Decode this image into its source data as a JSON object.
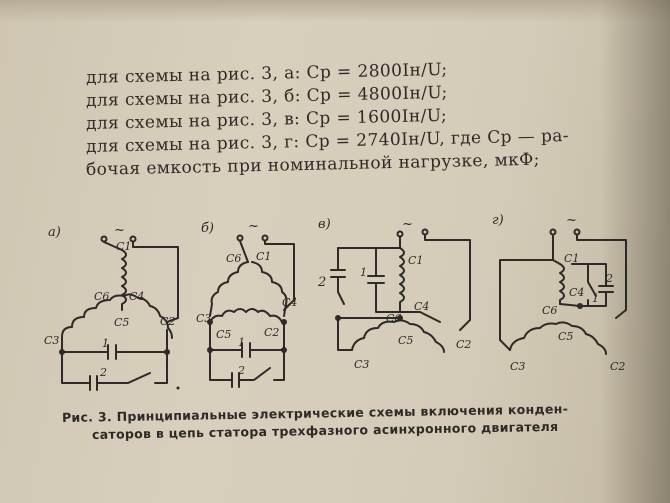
{
  "formula_lines": [
    "для схемы на рис. 3, а: Cр = 2800Iн/U;",
    "для схемы на рис. 3, б: Cр = 4800Iн/U;",
    "для схемы на рис. 3, в: Cр = 1600Iн/U;",
    "для схемы на рис. 3, г: Cр = 2740Iн/U, где Cр — ра-",
    "бочая емкость при номинальной нагрузке, мкФ;"
  ],
  "panels": {
    "a": {
      "label": "а)"
    },
    "b": {
      "label": "б)"
    },
    "v": {
      "label": "в)"
    },
    "g": {
      "label": "г)"
    }
  },
  "labels": {
    "tilde": "~",
    "c1": "C1",
    "c2": "C2",
    "c3": "C3",
    "c4": "C4",
    "c5": "C5",
    "c6": "C6",
    "cap1": "1",
    "cap2": "2"
  },
  "caption": [
    "Рис. 3. Принципиальные электрические схемы включения конден-",
    "саторов в цепь статора трехфазного асинхронного двигателя"
  ]
}
